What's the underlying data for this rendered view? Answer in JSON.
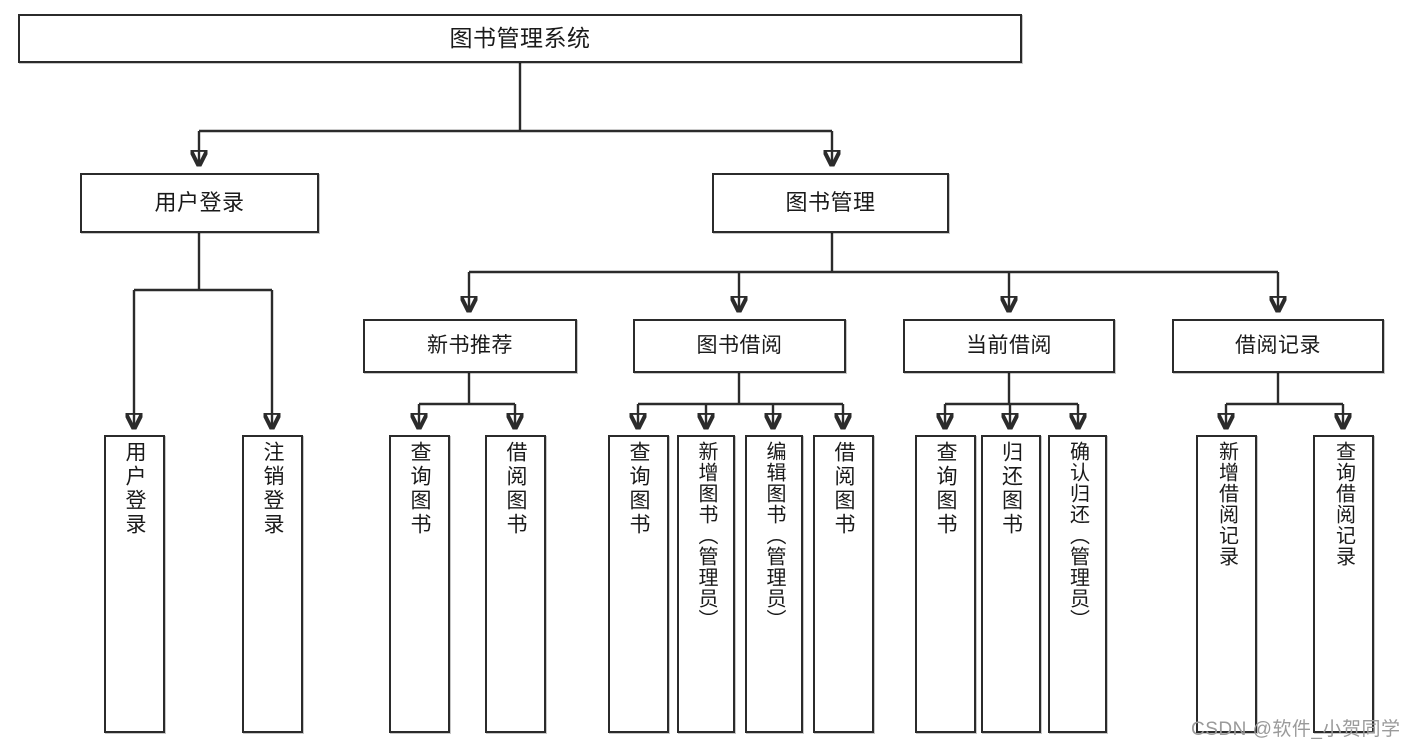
{
  "diagram": {
    "type": "tree-hierarchy-chart",
    "title": "图书管理系统",
    "colors": {
      "stroke": "#2b2b2b",
      "fill": "#ffffff",
      "text": "#1a1a1a",
      "watermark": "#9a9a9a"
    },
    "nodes": {
      "root": {
        "label": "图书管理系统"
      },
      "level2": [
        {
          "label": "用户登录"
        },
        {
          "label": "图书管理"
        }
      ],
      "level3": [
        {
          "label": "新书推荐"
        },
        {
          "label": "图书借阅"
        },
        {
          "label": "当前借阅"
        },
        {
          "label": "借阅记录"
        }
      ],
      "leaves": [
        {
          "label": "用户登录"
        },
        {
          "label": "注销登录"
        },
        {
          "label": "查询图书"
        },
        {
          "label": "借阅图书"
        },
        {
          "label": "查询图书"
        },
        {
          "label": "新增图书（管理员）"
        },
        {
          "label": "编辑图书（管理员）"
        },
        {
          "label": "借阅图书"
        },
        {
          "label": "查询图书"
        },
        {
          "label": "归还图书"
        },
        {
          "label": "确认归还（管理员）"
        },
        {
          "label": "新增借阅记录"
        },
        {
          "label": "查询借阅记录"
        }
      ]
    },
    "edges": [
      {
        "from": "图书管理系统",
        "to": "用户登录"
      },
      {
        "from": "图书管理系统",
        "to": "图书管理"
      },
      {
        "from": "用户登录",
        "to": "用户登录"
      },
      {
        "from": "用户登录",
        "to": "注销登录"
      },
      {
        "from": "图书管理",
        "to": "新书推荐"
      },
      {
        "from": "图书管理",
        "to": "图书借阅"
      },
      {
        "from": "图书管理",
        "to": "当前借阅"
      },
      {
        "from": "图书管理",
        "to": "借阅记录"
      },
      {
        "from": "新书推荐",
        "to": "查询图书"
      },
      {
        "from": "新书推荐",
        "to": "借阅图书"
      },
      {
        "from": "图书借阅",
        "to": "查询图书"
      },
      {
        "from": "图书借阅",
        "to": "新增图书（管理员）"
      },
      {
        "from": "图书借阅",
        "to": "编辑图书（管理员）"
      },
      {
        "from": "图书借阅",
        "to": "借阅图书"
      },
      {
        "from": "当前借阅",
        "to": "查询图书"
      },
      {
        "from": "当前借阅",
        "to": "归还图书"
      },
      {
        "from": "当前借阅",
        "to": "确认归还（管理员）"
      },
      {
        "from": "借阅记录",
        "to": "新增借阅记录"
      },
      {
        "from": "借阅记录",
        "to": "查询借阅记录"
      }
    ]
  },
  "watermark": {
    "text": "CSDN @软件_小贺同学"
  }
}
